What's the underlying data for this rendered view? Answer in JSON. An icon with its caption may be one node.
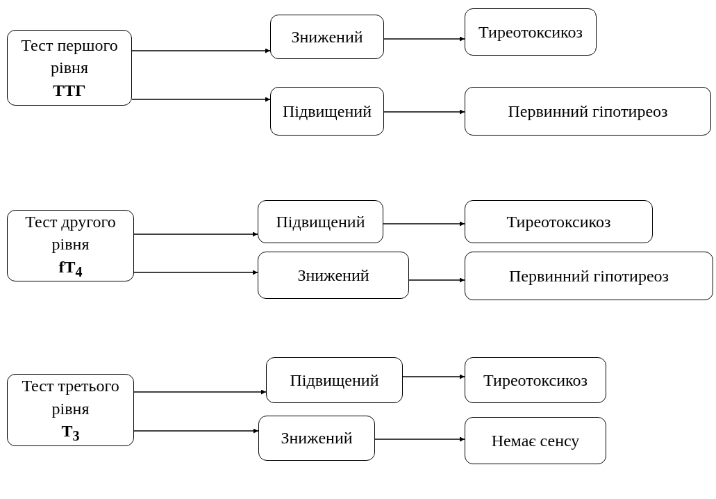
{
  "diagram": {
    "nodes": [
      {
        "text": [
          "Тест першого рівня",
          "ТТГ"
        ]
      },
      {
        "text": [
          "Знижений"
        ]
      },
      {
        "text": [
          "Тиреотоксикоз"
        ]
      },
      {
        "text": [
          "Підвищений"
        ]
      },
      {
        "text": [
          "Первинний гіпотиреоз"
        ]
      },
      {
        "text": [
          "Тест другого рівня",
          "fT$_{4}$"
        ]
      },
      {
        "text": [
          "Підвищений"
        ]
      },
      {
        "text": [
          "Тиреотоксикоз"
        ]
      },
      {
        "text": [
          "Знижений"
        ]
      },
      {
        "text": [
          "Первинний гіпотиреоз"
        ]
      },
      {
        "text": [
          "Тест третього рівня",
          "T$_{3}$"
        ]
      },
      {
        "text": [
          "Підвищений"
        ]
      },
      {
        "text": [
          "Тиреотоксикоз"
        ]
      },
      {
        "text": [
          "Знижений"
        ]
      },
      {
        "text": [
          "Немає сенсу"
        ]
      }
    ],
    "edges": [
      {
        "from": 0,
        "to": 1,
        "arrow": "to"
      },
      {
        "from": 0,
        "to": 3,
        "arrow": "to"
      },
      {
        "from": 1,
        "to": 2,
        "arrow": "to"
      },
      {
        "from": 3,
        "to": 4,
        "arrow": "to"
      },
      {
        "from": 5,
        "to": 6,
        "arrow": "to"
      },
      {
        "from": 5,
        "to": 8,
        "arrow": "to"
      },
      {
        "from": 6,
        "to": 7,
        "arrow": "to"
      },
      {
        "from": 8,
        "to": 9,
        "arrow": "to"
      },
      {
        "from": 10,
        "to": 11,
        "arrow": "to"
      },
      {
        "from": 10,
        "to": 13,
        "arrow": "to"
      },
      {
        "from": 11,
        "to": 12,
        "arrow": "to"
      },
      {
        "from": 13,
        "to": 14,
        "arrow": "to"
      }
    ]
  }
}
